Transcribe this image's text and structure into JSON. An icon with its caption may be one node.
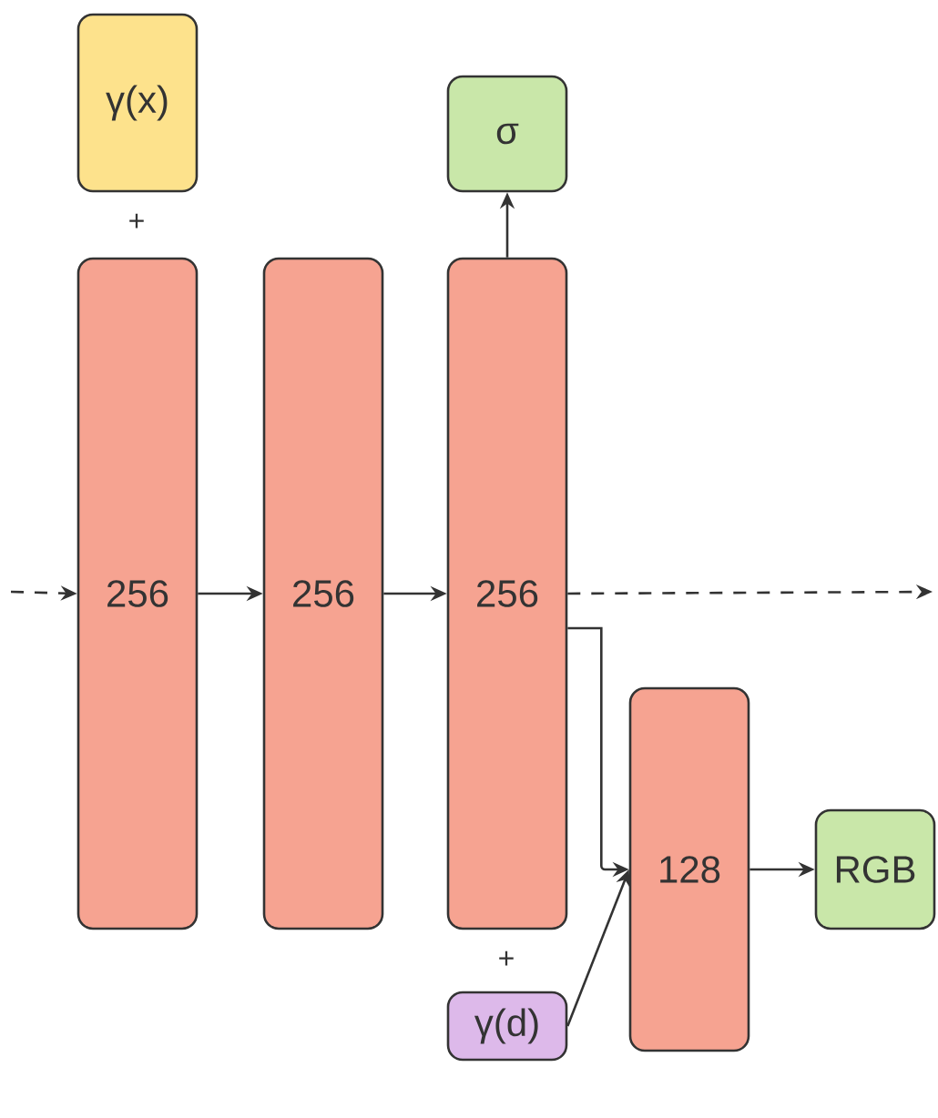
{
  "diagram": {
    "nodes": [
      {
        "text": [
          "γ(x)"
        ]
      },
      {
        "text": [
          "σ"
        ]
      },
      {
        "text": [
          "256"
        ]
      },
      {
        "text": [
          "256"
        ]
      },
      {
        "text": [
          "256"
        ]
      },
      {
        "text": [
          "128"
        ]
      },
      {
        "text": [
          "RGB"
        ]
      },
      {
        "text": [
          "γ(d)"
        ]
      }
    ],
    "edges": [
      {
        "from": null,
        "to": 2,
        "arrow": "to",
        "style": "dashed"
      },
      {
        "from": 2,
        "to": 3,
        "arrow": "to"
      },
      {
        "from": 3,
        "to": 4,
        "arrow": "to"
      },
      {
        "from": 4,
        "to": 1,
        "arrow": "to"
      },
      {
        "from": 4,
        "to": null,
        "arrow": "to",
        "style": "dashed"
      },
      {
        "from": 4,
        "to": 5,
        "arrow": "to"
      },
      {
        "from": 7,
        "to": 5,
        "arrow": "to"
      },
      {
        "from": 5,
        "to": 6,
        "arrow": "to"
      }
    ],
    "labels": [
      "+",
      "+"
    ]
  }
}
